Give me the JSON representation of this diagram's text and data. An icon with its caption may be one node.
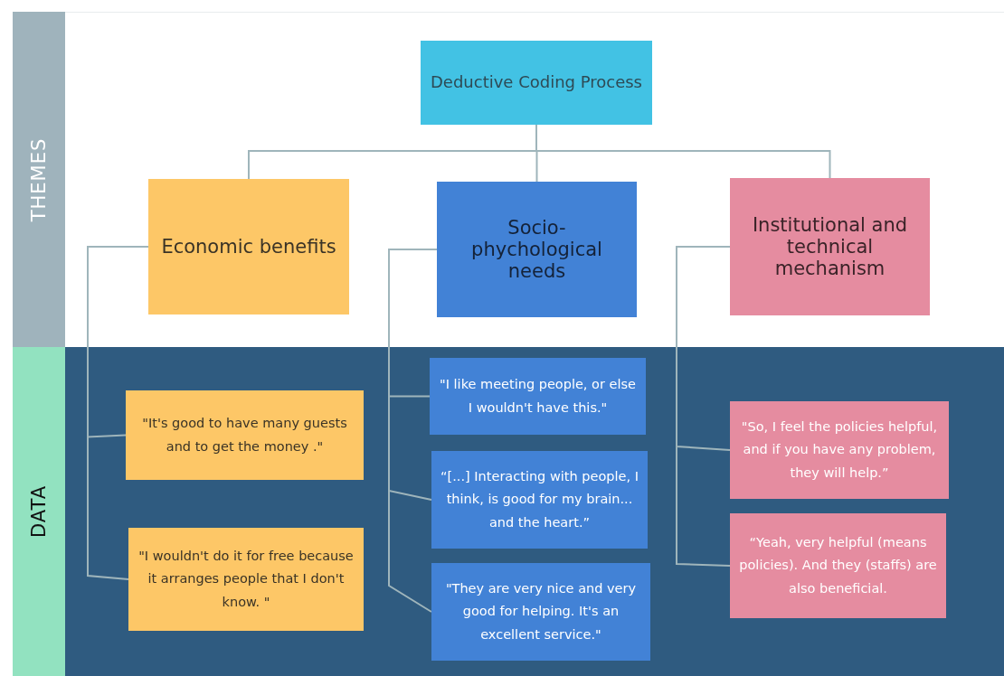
{
  "diagram": {
    "nodes": [
      {
        "text": [
          "Deductive Coding Process"
        ]
      },
      {
        "text": [
          "Economic benefits"
        ]
      },
      {
        "text": [
          "Socio-phychological needs"
        ]
      },
      {
        "text": [
          "Institutional and technical mechanism"
        ]
      },
      {
        "text": [
          "\"It's good to have many guests and to get the money .\""
        ]
      },
      {
        "text": [
          "\"I wouldn't do it for free because it arranges people that I don't know. \""
        ]
      },
      {
        "text": [
          "\"I like meeting people, or else I wouldn't have this.\""
        ]
      },
      {
        "text": [
          "“[...] Interacting with people, I think, is good for my brain... and the heart.”"
        ]
      },
      {
        "text": [
          "\"They are very nice and very good for helping. It's an excellent service.\""
        ]
      },
      {
        "text": [
          "\"So, I feel the policies helpful, and if you have any problem, they will help.”"
        ]
      },
      {
        "text": [
          "“Yeah, very helpful (means policies). And they (staffs) are also beneficial."
        ]
      }
    ],
    "edges": [
      {
        "from": 0,
        "to": 1,
        "arrow": "none"
      },
      {
        "from": 0,
        "to": 2,
        "arrow": "none"
      },
      {
        "from": 0,
        "to": 3,
        "arrow": "none"
      },
      {
        "from": 1,
        "to": 4,
        "arrow": "none"
      },
      {
        "from": 1,
        "to": 5,
        "arrow": "none"
      },
      {
        "from": 2,
        "to": 6,
        "arrow": "none"
      },
      {
        "from": 2,
        "to": 7,
        "arrow": "none"
      },
      {
        "from": 2,
        "to": 8,
        "arrow": "none"
      },
      {
        "from": 3,
        "to": 9,
        "arrow": "none"
      },
      {
        "from": 3,
        "to": 10,
        "arrow": "none"
      }
    ],
    "labels": [
      "THEMES",
      "DATA"
    ]
  }
}
